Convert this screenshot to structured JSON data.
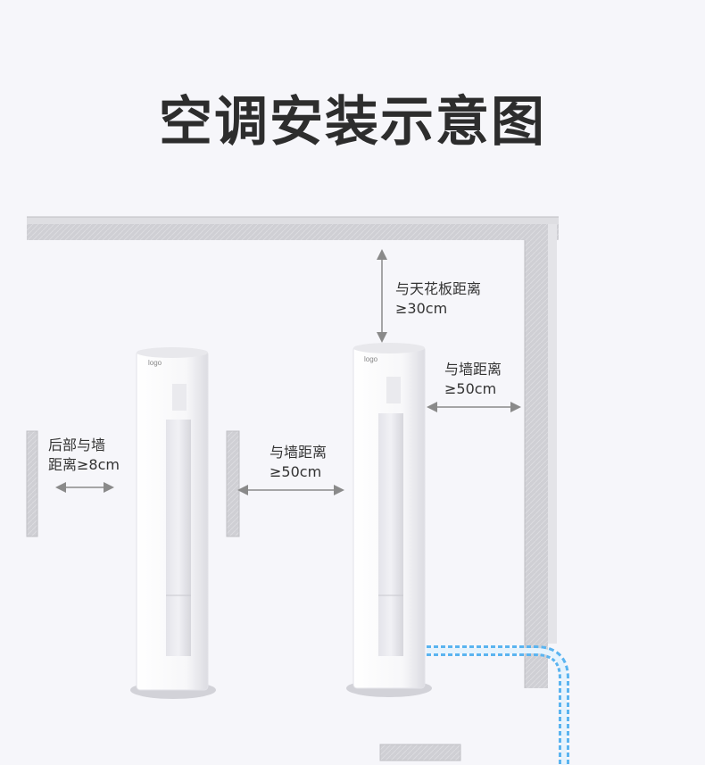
{
  "title": "空调安装示意图",
  "labels": {
    "ceiling_line1": "与天花板距离",
    "ceiling_line2": "≥30cm",
    "right_wall_line1": "与墙距离",
    "right_wall_line2": "≥50cm",
    "side_wall_line1": "与墙距离",
    "side_wall_line2": "≥50cm",
    "back_wall_line1": "后部与墙",
    "back_wall_line2": "距离≥8cm"
  },
  "colors": {
    "wall": "#c8c8cc",
    "pipe": "#5ab4f0",
    "arrow": "#8a8a8a",
    "unit_body": "#ffffff"
  }
}
